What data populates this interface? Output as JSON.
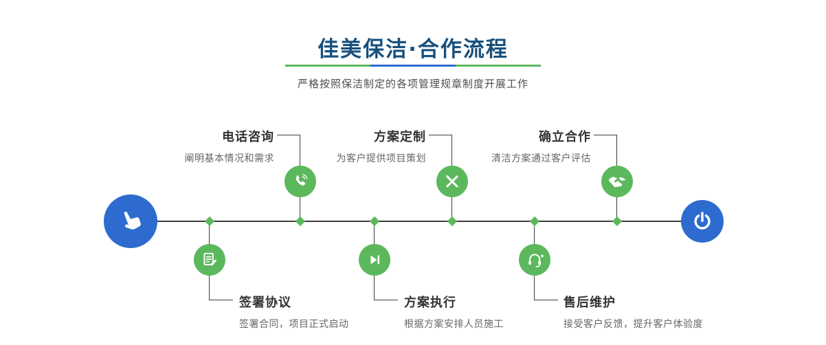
{
  "header": {
    "title": "佳美保洁·合作流程",
    "subtitle": "严格按照保洁制定的各项管理规章制度开展工作"
  },
  "timeline": {
    "start_icon": "hand-pointer-icon",
    "end_icon": "power-icon"
  },
  "steps": {
    "top": [
      {
        "title": "电话咨询",
        "desc": "阐明基本情况和需求",
        "icon": "phone-service-icon"
      },
      {
        "title": "方案定制",
        "desc": "为客户提供项目策划",
        "icon": "pen-design-icon"
      },
      {
        "title": "确立合作",
        "desc": "清洁方案通过客户评估",
        "icon": "handshake-icon"
      }
    ],
    "bottom": [
      {
        "title": "签署协议",
        "desc": "签署合同，项目正式启动",
        "icon": "contract-sign-icon"
      },
      {
        "title": "方案执行",
        "desc": "根据方案安排人员施工",
        "icon": "play-execute-icon"
      },
      {
        "title": "售后维护",
        "desc": "接受客户反馈，提升客户体验度",
        "icon": "headset-service-icon"
      }
    ]
  },
  "colors": {
    "accent_green": "#5cb85c",
    "accent_blue": "#2d6bce",
    "title_blue": "#17507d"
  }
}
